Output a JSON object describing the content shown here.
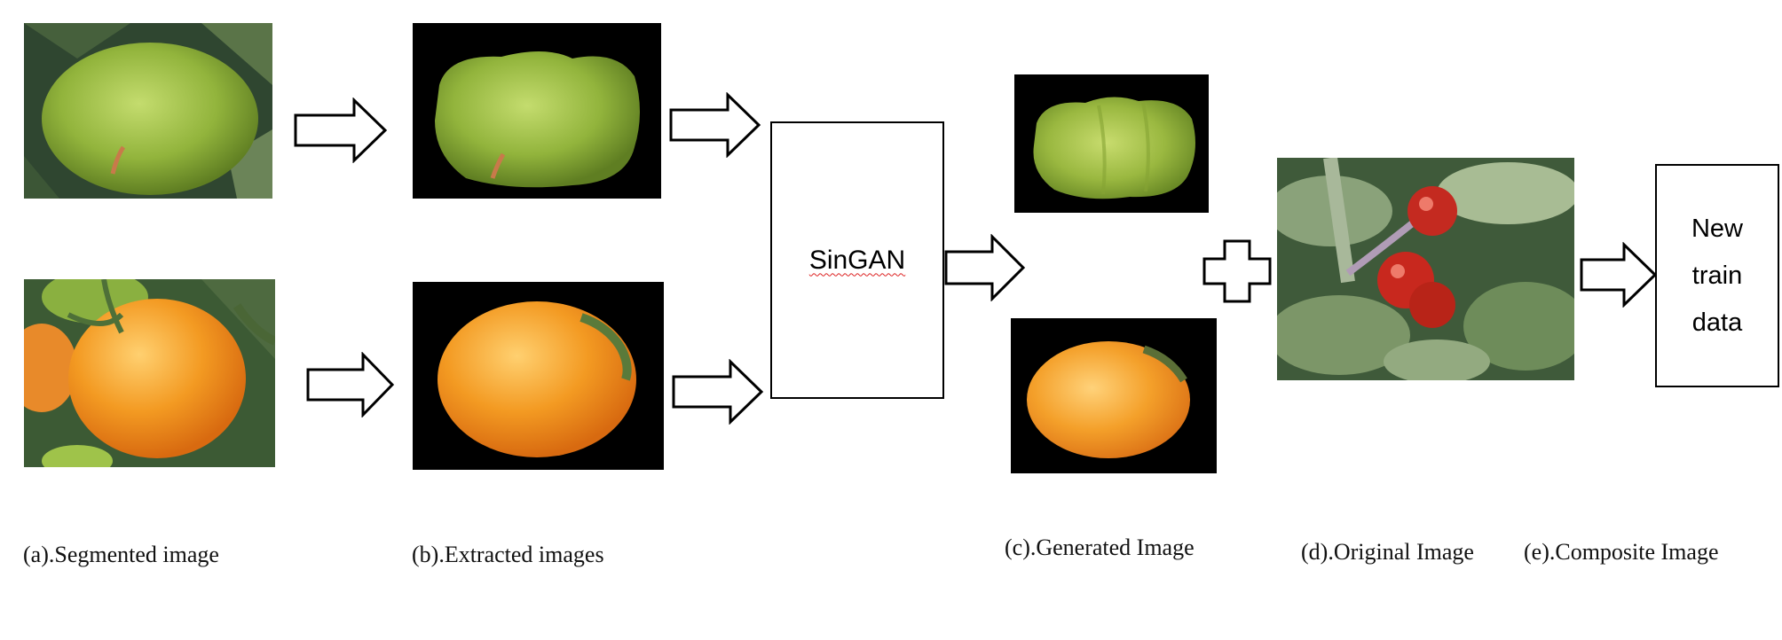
{
  "diagram": {
    "singan_label": "SinGAN",
    "new_data_label": "New train data",
    "captions": {
      "a": "(a).Segmented image",
      "b": "(b).Extracted images",
      "c": "(c).Generated Image",
      "d": "(d).Original Image",
      "e": "(e).Composite Image"
    },
    "colors": {
      "green_tomato": "#8fb03a",
      "orange_tomato": "#f0901e",
      "red_tomato": "#c42a20",
      "foliage": "#4a6a3e",
      "background_black": "#000000"
    }
  }
}
